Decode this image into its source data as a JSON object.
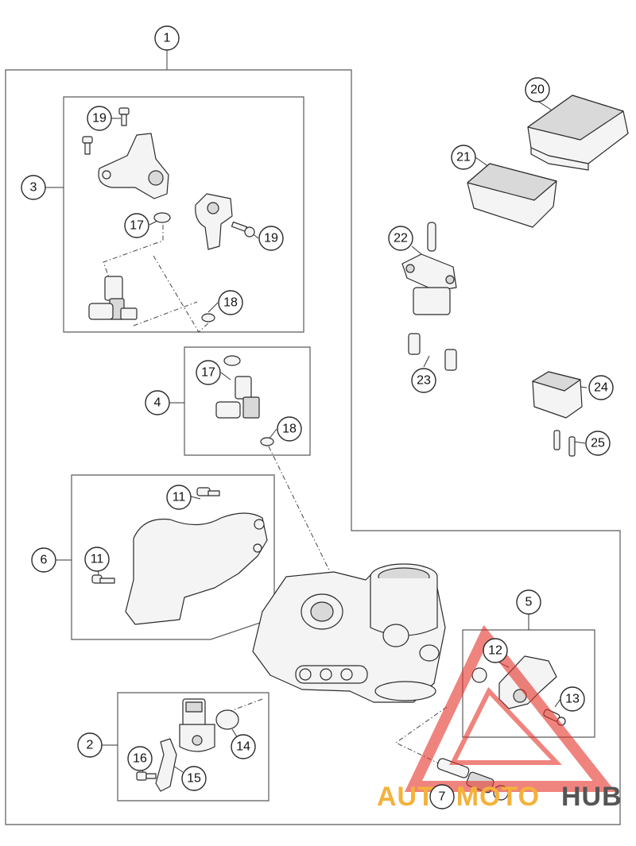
{
  "diagram": {
    "callouts": [
      {
        "id": "c1",
        "label": "1"
      },
      {
        "id": "c2",
        "label": "2"
      },
      {
        "id": "c3",
        "label": "3"
      },
      {
        "id": "c4",
        "label": "4"
      },
      {
        "id": "c5",
        "label": "5"
      },
      {
        "id": "c6",
        "label": "6"
      },
      {
        "id": "c7",
        "label": "7"
      },
      {
        "id": "c11a",
        "label": "11"
      },
      {
        "id": "c11b",
        "label": "11"
      },
      {
        "id": "c12",
        "label": "12"
      },
      {
        "id": "c13",
        "label": "13"
      },
      {
        "id": "c14",
        "label": "14"
      },
      {
        "id": "c15",
        "label": "15"
      },
      {
        "id": "c16",
        "label": "16"
      },
      {
        "id": "c17a",
        "label": "17"
      },
      {
        "id": "c17b",
        "label": "17"
      },
      {
        "id": "c18a",
        "label": "18"
      },
      {
        "id": "c18b",
        "label": "18"
      },
      {
        "id": "c19a",
        "label": "19"
      },
      {
        "id": "c19b",
        "label": "19"
      },
      {
        "id": "c20",
        "label": "20"
      },
      {
        "id": "c21",
        "label": "21"
      },
      {
        "id": "c22",
        "label": "22"
      },
      {
        "id": "c23",
        "label": "23"
      },
      {
        "id": "c24",
        "label": "24"
      },
      {
        "id": "c25",
        "label": "25"
      }
    ]
  },
  "watermark": {
    "brand_left": "AUTOMOTO",
    "brand_right": "HUB",
    "color_primary": "#e5332a",
    "color_secondary": "#f3b23b",
    "color_dark": "#555555"
  }
}
